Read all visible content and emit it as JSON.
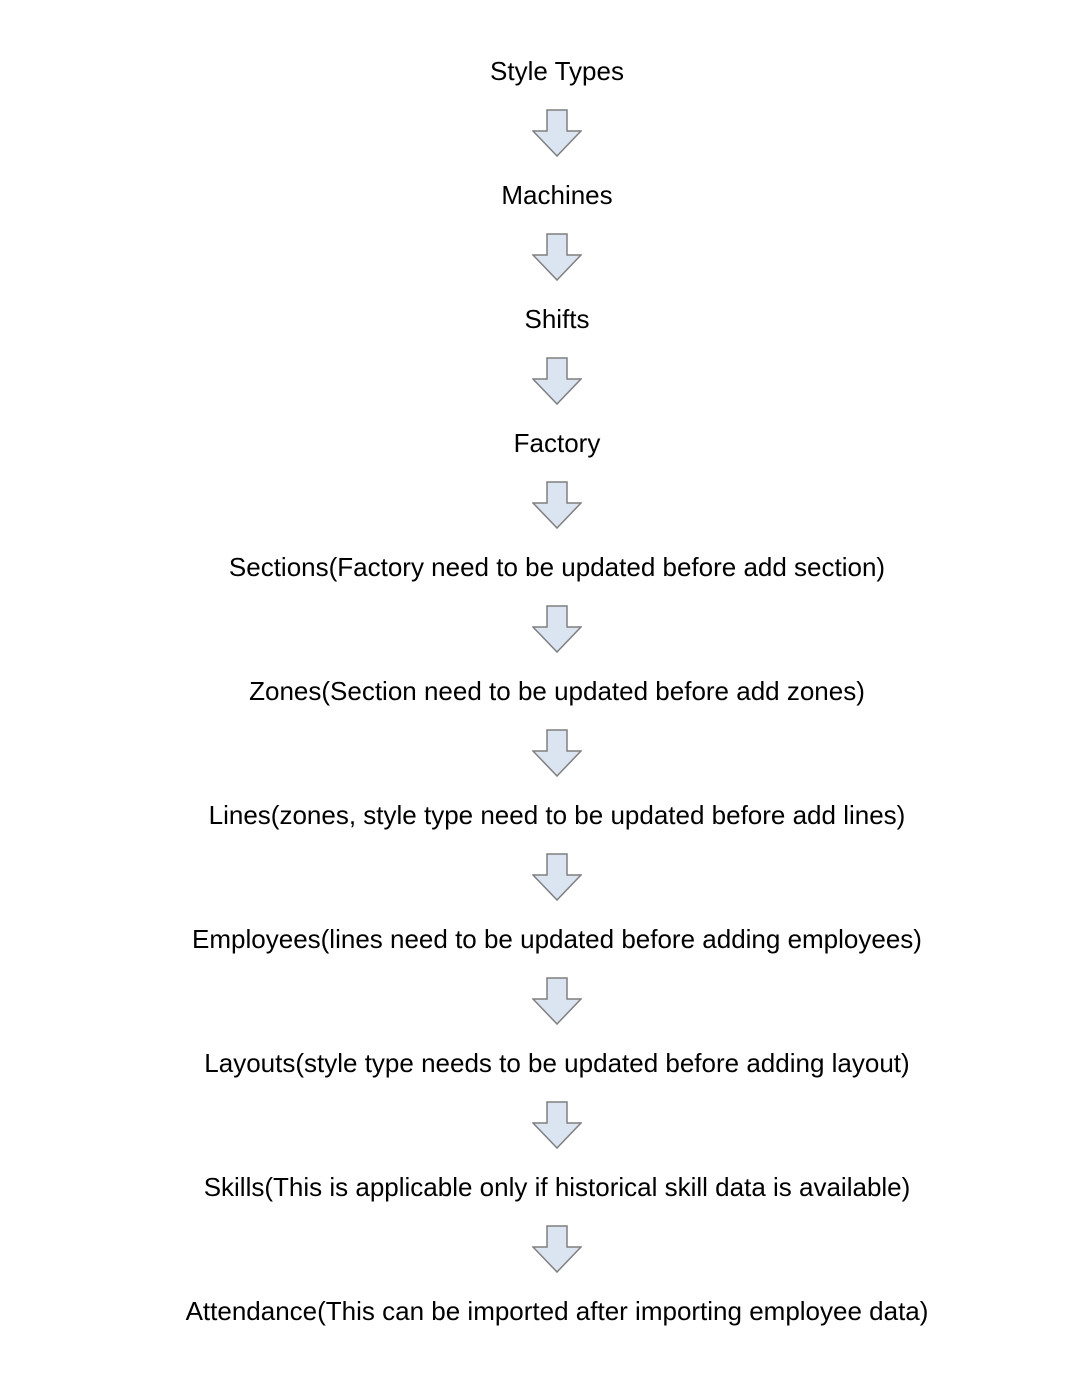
{
  "diagram": {
    "steps": [
      {
        "label": "Style Types"
      },
      {
        "label": "Machines"
      },
      {
        "label": "Shifts"
      },
      {
        "label": "Factory"
      },
      {
        "label": "Sections(Factory need to be updated before add section)"
      },
      {
        "label": "Zones(Section need to be updated before add zones)"
      },
      {
        "label": "Lines(zones, style type need to be updated before add lines)"
      },
      {
        "label": "Employees(lines need to be updated before adding employees)"
      },
      {
        "label": "Layouts(style type needs to be updated before adding layout)"
      },
      {
        "label": "Skills(This is applicable only if historical skill data is available)"
      },
      {
        "label": "Attendance(This can be imported after importing employee data)"
      }
    ],
    "arrow": {
      "icon": "down-arrow-icon",
      "fill": "#dbe4f1",
      "stroke": "#7f7f7f"
    },
    "colors": {
      "background": "#ffffff",
      "text": "#000000"
    }
  }
}
